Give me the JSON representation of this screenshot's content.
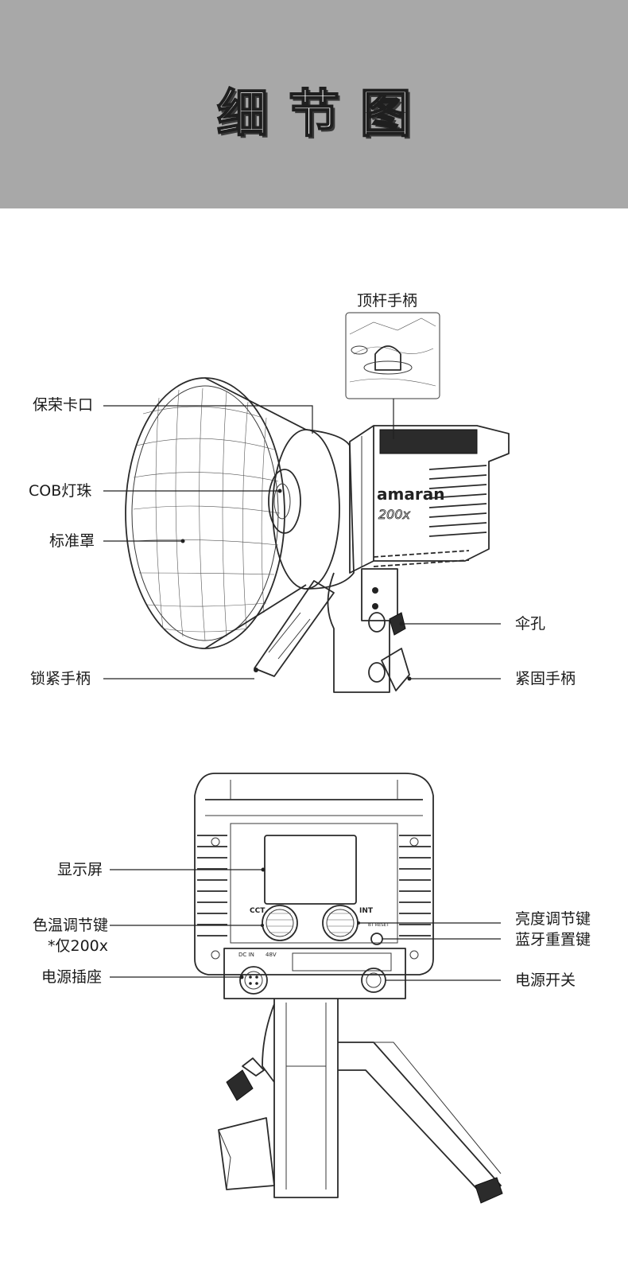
{
  "header": {
    "title": "细节图"
  },
  "top_figure": {
    "brand_text": "amaran",
    "model_text": "200x",
    "labels": {
      "top_handle": "顶杆手柄",
      "bayonet": "保荣卡口",
      "cob_led": "COB灯珠",
      "reflector": "标准罩",
      "umbrella_hole": "伞孔",
      "lock_handle": "锁紧手柄",
      "tighten_handle": "紧固手柄"
    }
  },
  "bottom_figure": {
    "panel_texts": {
      "cct": "CCT",
      "int": "INT",
      "bt_reset": "BT RESET",
      "dc_in": "DC IN",
      "voltage": "48V"
    },
    "labels": {
      "display": "显示屏",
      "cct_knob": "色温调节键",
      "cct_knob_note": "*仅200x",
      "power_socket": "电源插座",
      "brightness_knob": "亮度调节键",
      "bt_reset_key": "蓝牙重置键",
      "power_switch": "电源开关"
    }
  },
  "colors": {
    "banner": "#a8a8a8",
    "line": "#222222"
  }
}
